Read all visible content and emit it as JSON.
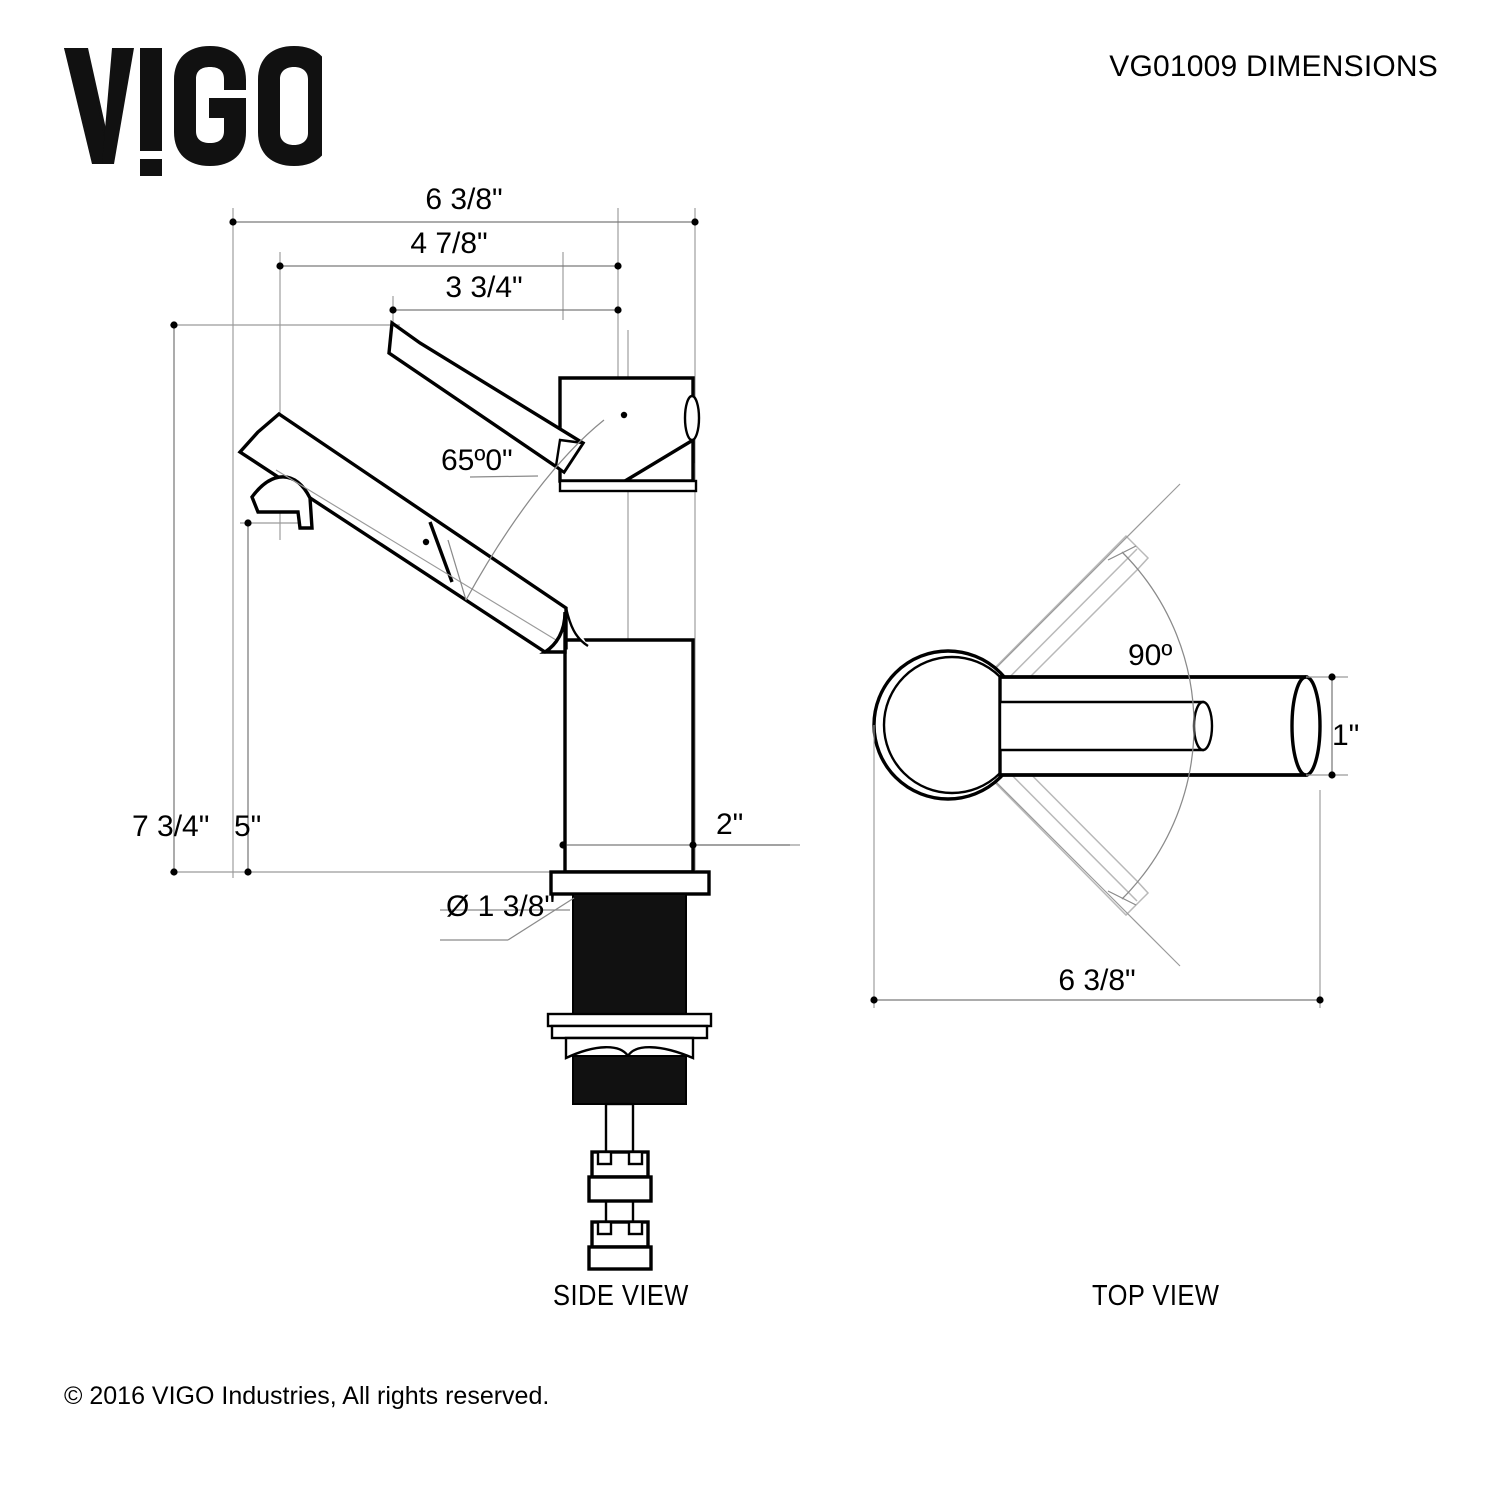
{
  "document": {
    "title": "VG01009 DIMENSIONS",
    "brand": "VIGO",
    "copyright": "© 2016 VIGO Industries, All rights reserved."
  },
  "views": [
    {
      "id": "side",
      "caption": "SIDE VIEW"
    },
    {
      "id": "top",
      "caption": "TOP VIEW"
    }
  ],
  "dimensions": {
    "side": {
      "overall_width": "6 3/8\"",
      "handle_reach": "4 7/8\"",
      "spout_reach": "3 3/4\"",
      "swivel_angle": "65º0\"",
      "overall_height": "7 3/4\"",
      "spout_height": "5\"",
      "base_height": "2\"",
      "shank_diameter": "Ø 1 3/8\""
    },
    "top": {
      "swing_angle": "90º",
      "spout_diameter": "1\"",
      "overall_reach": "6 3/8\""
    }
  },
  "colors": {
    "ink": "#000000",
    "paper": "#ffffff",
    "dimension_line": "#7a7a7a",
    "ghost_outline": "#b9b9b9",
    "thread_fill": "#111111"
  }
}
